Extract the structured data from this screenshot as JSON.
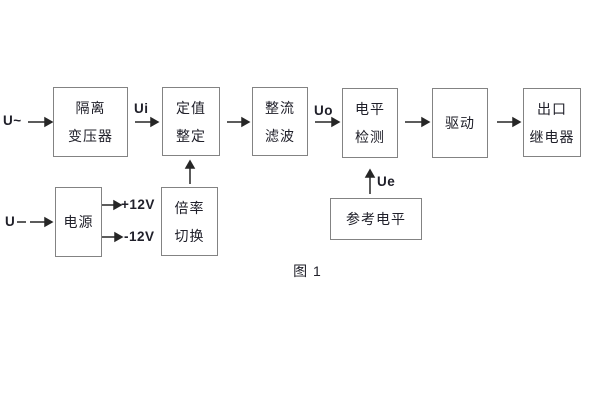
{
  "figure": {
    "caption": "图 1"
  },
  "blocks": {
    "isolation_transformer": {
      "line1": "隔离",
      "line2": "变压器"
    },
    "setpoint_adjust": {
      "line1": "定值",
      "line2": "整定"
    },
    "rectifier_filter": {
      "line1": "整流",
      "line2": "滤波"
    },
    "level_detection": {
      "line1": "电平",
      "line2": "检测"
    },
    "driver": {
      "line1": "驱动"
    },
    "output_relay": {
      "line1": "出口",
      "line2": "继电器"
    },
    "power_supply": {
      "line1": "电源"
    },
    "ratio_switch": {
      "line1": "倍率",
      "line2": "切换"
    },
    "reference_level": {
      "line1": "参考电平"
    }
  },
  "signals": {
    "input_ac": "U~",
    "input_dc": "U",
    "ui": "Ui",
    "uo": "Uo",
    "ue": "Ue",
    "plus_12v": "+12V",
    "minus_12v": "-12V"
  },
  "colors": {
    "background": "#ffffff",
    "box_border": "#838383",
    "text": "#20202a",
    "arrow": "#262626"
  }
}
